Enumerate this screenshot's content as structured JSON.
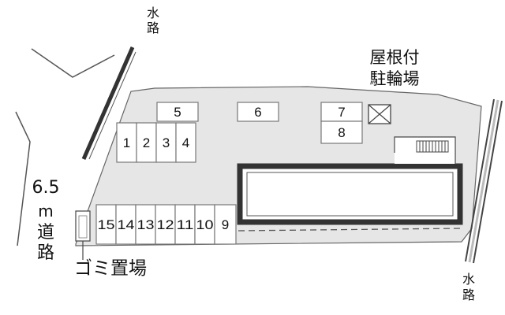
{
  "labels": {
    "canal_top_l1": "水",
    "canal_top_l2": "路",
    "canal_right_l1": "水",
    "canal_right_l2": "路",
    "covered_bike_l1": "屋根付",
    "covered_bike_l2": "駐輪場",
    "road_width": "6.5",
    "road_m": "m",
    "road_l1": "道",
    "road_l2": "路",
    "trash": "ゴミ置場"
  },
  "parking": {
    "single_5": "5",
    "single_6": "6",
    "pair_upper": "7",
    "pair_lower": "8",
    "row_left": [
      "1",
      "2",
      "3",
      "4"
    ],
    "row_bottom": [
      "15",
      "14",
      "13",
      "12",
      "11",
      "10",
      "9"
    ]
  },
  "colors": {
    "lot_fill": "#e6e6e6",
    "outline": "#555555",
    "building": "#333333",
    "water": "#333333"
  }
}
